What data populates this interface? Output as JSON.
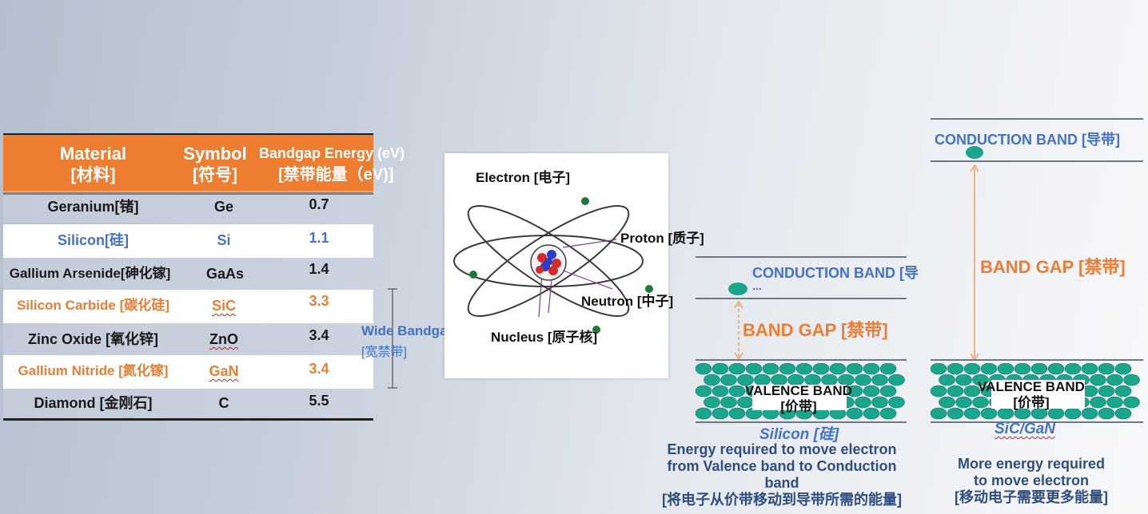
{
  "table": {
    "headers": {
      "material": "Material",
      "material_cn": "[材料]",
      "symbol": "Symbol",
      "symbol_cn": "[符号]",
      "bandgap": "Bandgap Energy (eV)",
      "bandgap_cn": "[禁带能量（eV)]"
    },
    "rows": [
      {
        "material": "Geranium[锗]",
        "symbol": "Ge",
        "bandgap": "0.7",
        "color": "#1a1a1a"
      },
      {
        "material": "Silicon[硅]",
        "symbol": "Si",
        "bandgap": "1.1",
        "color": "#4472c4"
      },
      {
        "material": "Gallium Arsenide[砷化镓]",
        "symbol": "GaAs",
        "bandgap": "1.4",
        "color": "#1a1a1a"
      },
      {
        "material": "Silicon Carbide [碳化硅]",
        "symbol": "SiC",
        "bandgap": "3.3",
        "color": "#ed7d31"
      },
      {
        "material": "Zinc Oxide [氧化锌]",
        "symbol": "ZnO",
        "bandgap": "3.4",
        "color": "#1a1a1a"
      },
      {
        "material": "Gallium Nitride [氮化镓]",
        "symbol": "GaN",
        "bandgap": "3.4",
        "color": "#ed7d31"
      },
      {
        "material": "Diamond [金刚石]",
        "symbol": "C",
        "bandgap": "5.5",
        "color": "#1a1a1a"
      }
    ]
  },
  "wide_bandgap": {
    "label": "Wide Bandgap",
    "label_cn": "[宽禁带]"
  },
  "atom": {
    "electron": "Electron [电子]",
    "proton": "Proton [质子]",
    "neutron": "Neutron [中子]",
    "nucleus": "Nucleus [原子核]"
  },
  "silicon_diagram": {
    "conduction": "CONDUCTION BAND [导",
    "conduction_ellipsis": "...",
    "band_gap": "BAND GAP [禁带]",
    "valence": "VALENCE BAND",
    "valence_cn": "[价带]",
    "material": "Silicon [硅]",
    "caption_line1": "Energy required to move electron",
    "caption_line2": "from Valence band to Conduction",
    "caption_line3": "band",
    "caption_line4": "[将电子从价带移动到导带所需的能量]"
  },
  "sic_diagram": {
    "conduction": "CONDUCTION BAND [导带]",
    "band_gap": "BAND GAP [禁带]",
    "valence": "VALENCE BAND",
    "valence_cn": "[价带]",
    "material": "SiC/GaN",
    "caption_line1": "More energy required",
    "caption_line2": "to move electron",
    "caption_line3": "[移动电子需要更多能量]"
  },
  "colors": {
    "orange": "#ed7d31",
    "blue": "#4472c4",
    "teal": "#1aa58c",
    "dark_teal": "#0f7566"
  }
}
